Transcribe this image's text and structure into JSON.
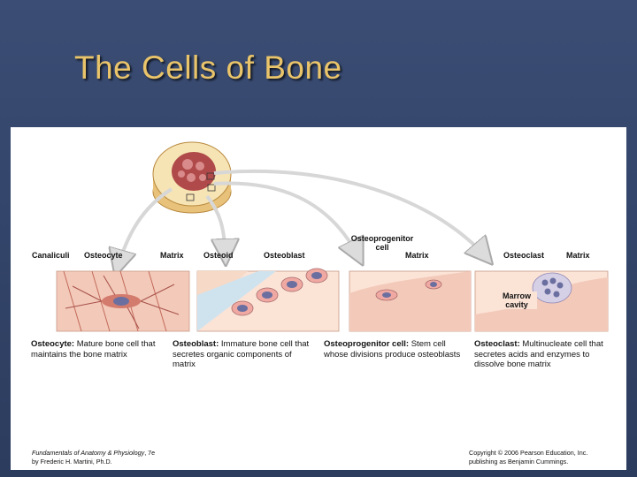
{
  "slide": {
    "title": "The Cells of Bone",
    "colors": {
      "background": "#34466b",
      "title": "#e9c46a",
      "panel": "#ffffff"
    }
  },
  "figure": {
    "labels": {
      "canaliculi": "Canaliculi",
      "osteocyte": "Osteocyte",
      "matrix_1": "Matrix",
      "osteoid": "Osteoid",
      "osteoblast": "Osteoblast",
      "osteoprogenitor_line1": "Osteoprogenitor",
      "osteoprogenitor_line2": "cell",
      "matrix_2": "Matrix",
      "osteoclast": "Osteoclast",
      "matrix_3": "Matrix",
      "marrow_line1": "Marrow",
      "marrow_line2": "cavity"
    },
    "descriptions": [
      {
        "name": "Osteocyte:",
        "text": "Mature bone cell that maintains the bone matrix"
      },
      {
        "name": "Osteoblast:",
        "text": "Immature bone cell that secretes organic components of matrix"
      },
      {
        "name": "Osteoprogenitor cell:",
        "text": "Stem cell whose divisions produce osteoblasts"
      },
      {
        "name": "Osteoclast:",
        "text": "Multinucleate cell that secretes acids and enzymes to dissolve bone matrix"
      }
    ],
    "footer": {
      "book_title": "Fundamentals of Anatomy & Physiology",
      "edition": ", 7e",
      "author": "by Frederic H. Martini, Ph.D.",
      "copyright": "Copyright © 2006 Pearson Education, Inc.",
      "publisher": "publishing as Benjamin Cummings."
    }
  }
}
